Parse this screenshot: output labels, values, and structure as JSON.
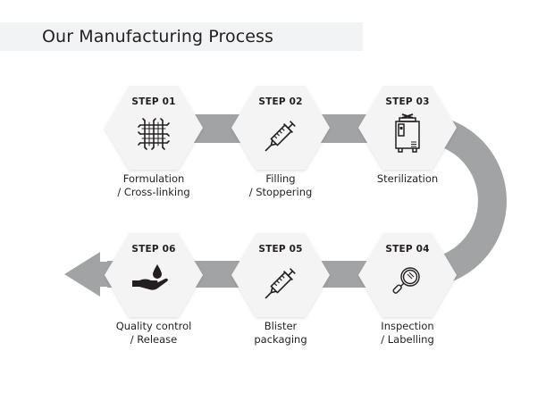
{
  "header": {
    "title": "Our Manufacturing Process"
  },
  "colors": {
    "band": "#a2a3a5",
    "hexagon": "#f4f4f5",
    "icon": "#231f20",
    "title_bg": "#f2f3f4"
  },
  "steps": [
    {
      "label": "STEP 01",
      "name_line1": "Formulation",
      "name_line2": "/ Cross-linking",
      "icon": "mesh-icon"
    },
    {
      "label": "STEP 02",
      "name_line1": "Filling",
      "name_line2": "/ Stoppering",
      "icon": "syringe-icon"
    },
    {
      "label": "STEP 03",
      "name_line1": "Sterilization",
      "name_line2": "",
      "icon": "autoclave-icon"
    },
    {
      "label": "STEP 04",
      "name_line1": "Inspection",
      "name_line2": "/ Labelling",
      "icon": "magnifier-icon"
    },
    {
      "label": "STEP 05",
      "name_line1": "Blister",
      "name_line2": "packaging",
      "icon": "syringe-icon"
    },
    {
      "label": "STEP 06",
      "name_line1": "Quality control",
      "name_line2": "/ Release",
      "icon": "hand-drop-icon"
    }
  ]
}
